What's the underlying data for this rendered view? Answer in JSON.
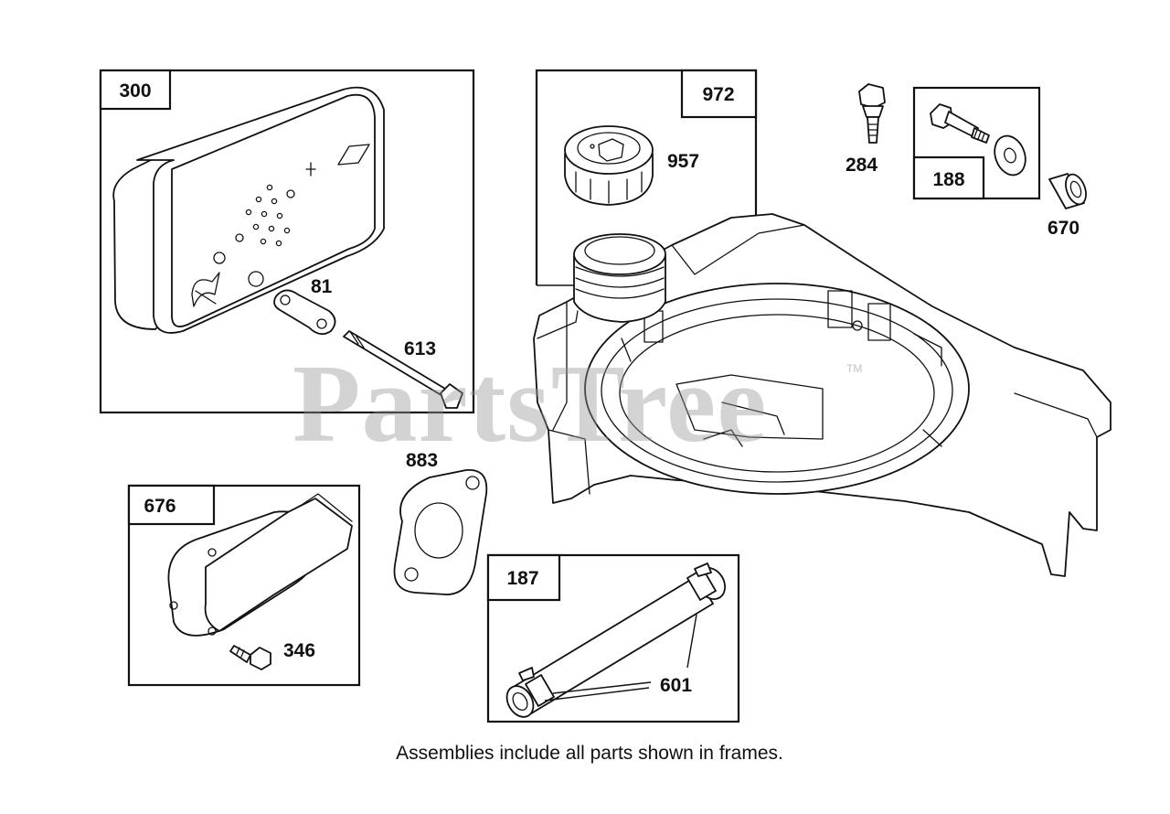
{
  "parts": {
    "p300": "300",
    "p972": "972",
    "p957": "957",
    "p284": "284",
    "p188": "188",
    "p670": "670",
    "p81": "81",
    "p613": "613",
    "p883": "883",
    "p676": "676",
    "p346": "346",
    "p187": "187",
    "p601": "601"
  },
  "caption": "Assemblies include all parts shown in frames.",
  "watermark": "PartsTree",
  "watermark_mark": "TM",
  "colors": {
    "line": "#111111",
    "background": "#ffffff",
    "watermark": "#969696"
  }
}
